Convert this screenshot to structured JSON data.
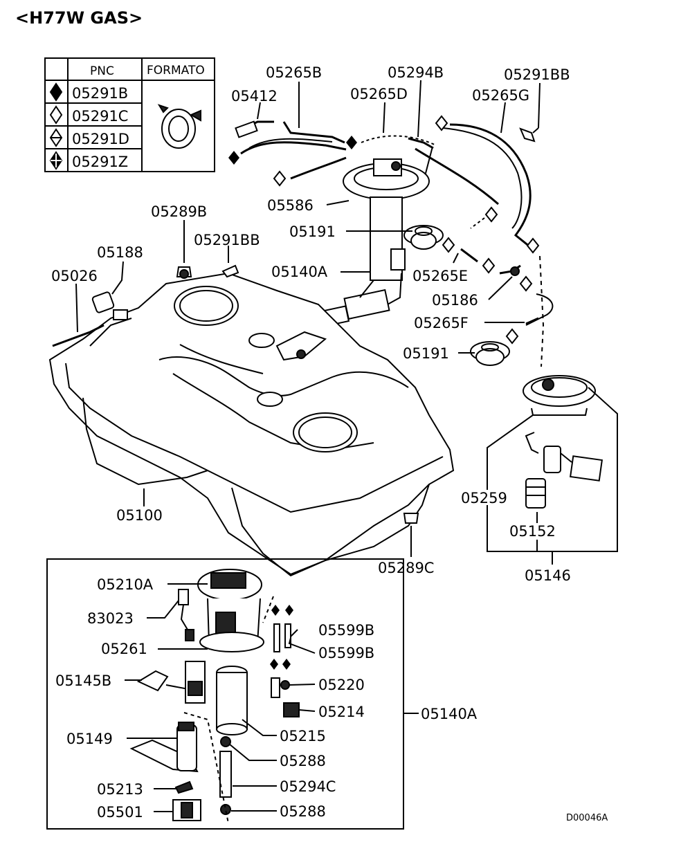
{
  "title": "<H77W GAS>",
  "footer_code": "D00046A",
  "legend": {
    "header_pnc": "PNC",
    "header_format": "FORMATO",
    "rows": [
      {
        "symbol": "diamond-filled-icon",
        "pnc": "05291B"
      },
      {
        "symbol": "diamond-open-icon",
        "pnc": "05291C"
      },
      {
        "symbol": "diamond-half-icon",
        "pnc": "05291D"
      },
      {
        "symbol": "diamond-cross-icon",
        "pnc": "05291Z"
      }
    ]
  },
  "labels": {
    "p05265B": "05265B",
    "p05294B": "05294B",
    "p05291BB_top": "05291BB",
    "p05412": "05412",
    "p05265D": "05265D",
    "p05265G": "05265G",
    "p05586": "05586",
    "p05289B": "05289B",
    "p05291BB_mid": "05291BB",
    "p05191_top": "05191",
    "p05188": "05188",
    "p05140A_top": "05140A",
    "p05026": "05026",
    "p05265E": "05265E",
    "p05186": "05186",
    "p05265F": "05265F",
    "p05191_mid": "05191",
    "p05259": "05259",
    "p05152": "05152",
    "p05100": "05100",
    "p05289C": "05289C",
    "p05146": "05146",
    "p05210A": "05210A",
    "p83023": "83023",
    "p05599B_1": "05599B",
    "p05261": "05261",
    "p05599B_2": "05599B",
    "p05145B": "05145B",
    "p05220": "05220",
    "p05214": "05214",
    "p05140A_bot": "05140A",
    "p05215": "05215",
    "p05149": "05149",
    "p05288_1": "05288",
    "p05213": "05213",
    "p05294C": "05294C",
    "p05501": "05501",
    "p05288_2": "05288"
  }
}
